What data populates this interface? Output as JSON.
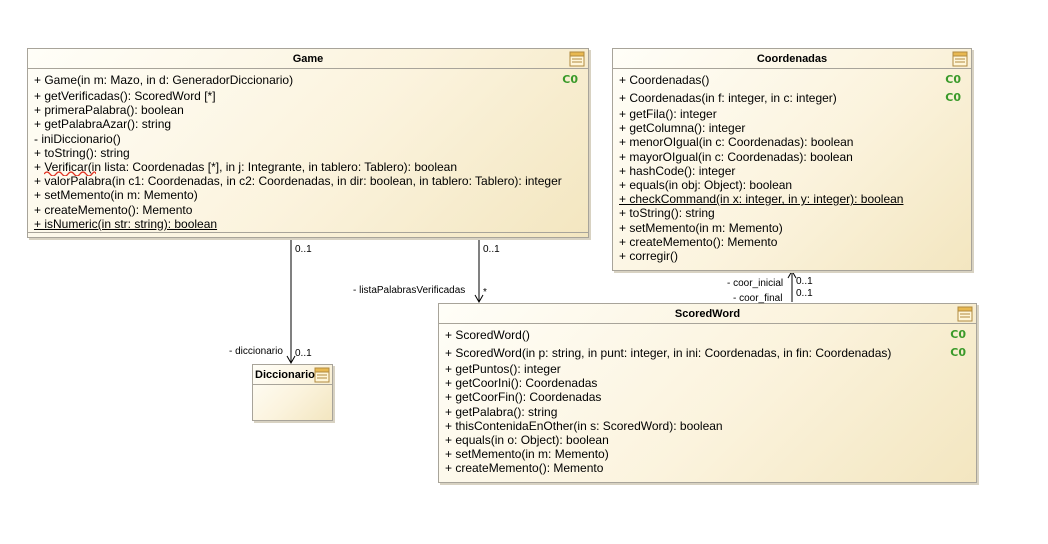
{
  "colors": {
    "constructor_badge": "#3a9a2a",
    "border": "#a8a49a",
    "spell_error": "#e03020"
  },
  "classes": {
    "game": {
      "name": "Game",
      "constructors": [
        "+ Game(in m: Mazo, in d: GeneradorDiccionario)"
      ],
      "badges": [
        "C0"
      ],
      "operations": [
        "+ getVerificadas(): ScoredWord [*]",
        "+ primeraPalabra(): boolean",
        "+ getPalabraAzar(): string",
        "- iniDiccionario()",
        "+ toString(): string",
        "+ Verificar(in lista: Coordenadas [*], in j: Integrante, in tablero: Tablero): boolean",
        "+ valorPalabra(in c1: Coordenadas, in c2: Coordenadas, in dir: boolean, in tablero: Tablero): integer",
        "+ setMemento(in m: Memento)",
        "+ createMemento(): Memento",
        "+ isNumeric(in str: string): boolean"
      ]
    },
    "coordenadas": {
      "name": "Coordenadas",
      "constructors": [
        "+ Coordenadas()",
        "+ Coordenadas(in f: integer, in c: integer)"
      ],
      "badges": [
        "C0",
        "C0"
      ],
      "operations": [
        "+ getFila(): integer",
        "+ getColumna(): integer",
        "+ menorOIgual(in c: Coordenadas): boolean",
        "+ mayorOIgual(in c: Coordenadas): boolean",
        "+ hashCode(): integer",
        "+ equals(in obj: Object): boolean",
        "+ checkCommand(in x: integer, in y: integer): boolean",
        "+ toString(): string",
        "+ setMemento(in m: Memento)",
        "+ createMemento(): Memento",
        "+ corregir()"
      ]
    },
    "scoredword": {
      "name": "ScoredWord",
      "constructors": [
        "+ ScoredWord()",
        "+ ScoredWord(in p: string, in punt: integer, in ini: Coordenadas, in fin: Coordenadas)"
      ],
      "badges": [
        "C0",
        "C0"
      ],
      "operations": [
        "+ getPuntos(): integer",
        "+ getCoorIni(): Coordenadas",
        "+ getCoorFin(): Coordenadas",
        "+ getPalabra(): string",
        "+ thisContenidaEnOther(in s: ScoredWord): boolean",
        "+ equals(in o: Object): boolean",
        "+ setMemento(in m: Memento)",
        "+ createMemento(): Memento"
      ]
    },
    "diccionario": {
      "name": "Diccionario"
    }
  },
  "associations": {
    "game_diccionario": {
      "source_mult": "0..1",
      "role": "- diccionario",
      "target_mult": "0..1"
    },
    "game_scoredword": {
      "source_mult": "0..1",
      "role": "- listaPalabrasVerificadas",
      "target_mult": "*"
    },
    "scoredword_coordenadas": {
      "role1": "- coor_inicial",
      "mult1": "0..1",
      "role2": "- coor_final",
      "mult2": "0..1"
    }
  }
}
